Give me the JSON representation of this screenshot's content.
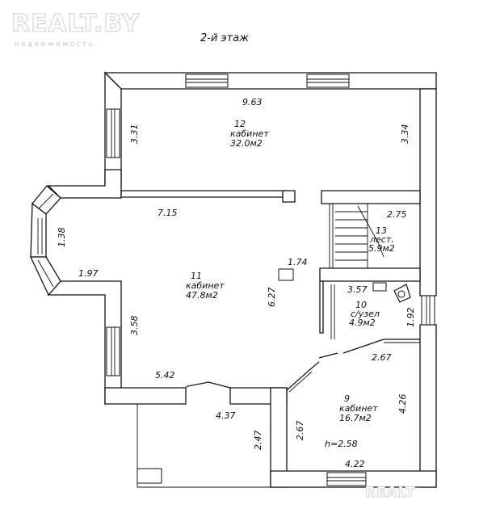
{
  "watermark": {
    "brand": "REALT.BY",
    "tagline": "недвижимость",
    "bottom_brand": "REALT"
  },
  "floor_title": "2-й этаж",
  "rooms": [
    {
      "number": "12",
      "name": "кабинет",
      "area": "32.0м2"
    },
    {
      "number": "13",
      "name": "лест.",
      "area": "5.9м2"
    },
    {
      "number": "11",
      "name": "кабинет",
      "area": "47.8м2"
    },
    {
      "number": "10",
      "name": "с/узел",
      "area": "4.9м2"
    },
    {
      "number": "9",
      "name": "кабинет",
      "area": "16.7м2"
    }
  ],
  "dimensions": {
    "d963": "9.63",
    "d331": "3.31",
    "d334": "3.34",
    "d715": "7.15",
    "d275": "2.75",
    "d138": "1.38",
    "d197": "1.97",
    "d174": "1.74",
    "d627": "6.27",
    "d357": "3.57",
    "d358": "3.58",
    "d192": "1.92",
    "d267a": "2.67",
    "d542": "5.42",
    "d437": "4.37",
    "d426": "4.26",
    "d247": "2.47",
    "d267b": "2.67",
    "d422": "4.22"
  },
  "ceiling_height": "h=2.58"
}
